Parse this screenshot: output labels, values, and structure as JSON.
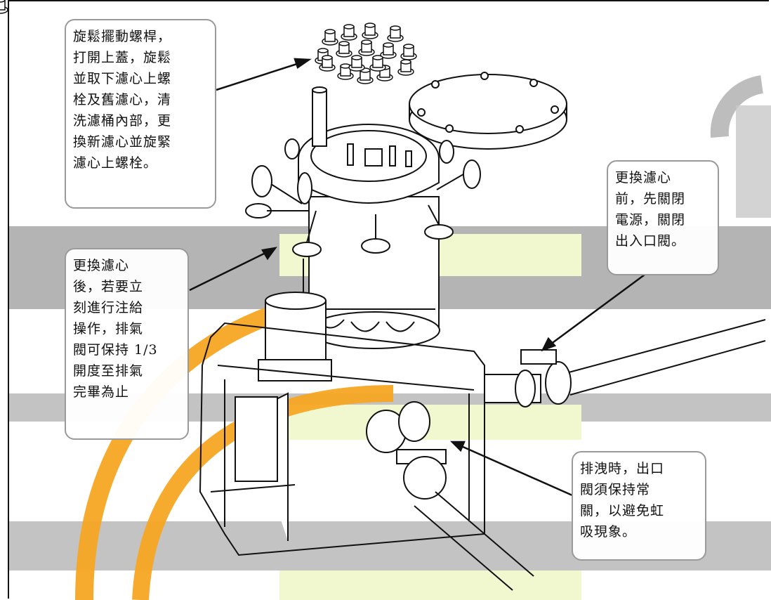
{
  "callouts": {
    "top": "旋鬆擺動螺桿，\n打開上蓋，旋鬆\n並取下濾心上螺\n栓及舊濾心，清\n洗濾桶內部，更\n換新濾心並旋緊\n濾心上螺栓。",
    "right": "更換濾心\n前，先關閉\n電源，關閉\n出入口閥。",
    "left": "更換濾心\n後，若要立\n刻進行注給\n操作，排氣\n閥可保持 1/3\n開度至排氣\n完畢為止",
    "bottom": "排洩時，出口\n閥須保持常\n關，以避免虹\n吸現象。"
  },
  "colors": {
    "watermark_gray": "#9b9b9b",
    "watermark_orange": "#f5a623",
    "watermark_green": "#f1f8d0",
    "callout_border": "#9a9a9a",
    "line": "#111111"
  },
  "icons": [
    "filter-housing-drawing",
    "bolts-drawing",
    "lid-drawing",
    "valve-drawing",
    "watermark-logo"
  ]
}
